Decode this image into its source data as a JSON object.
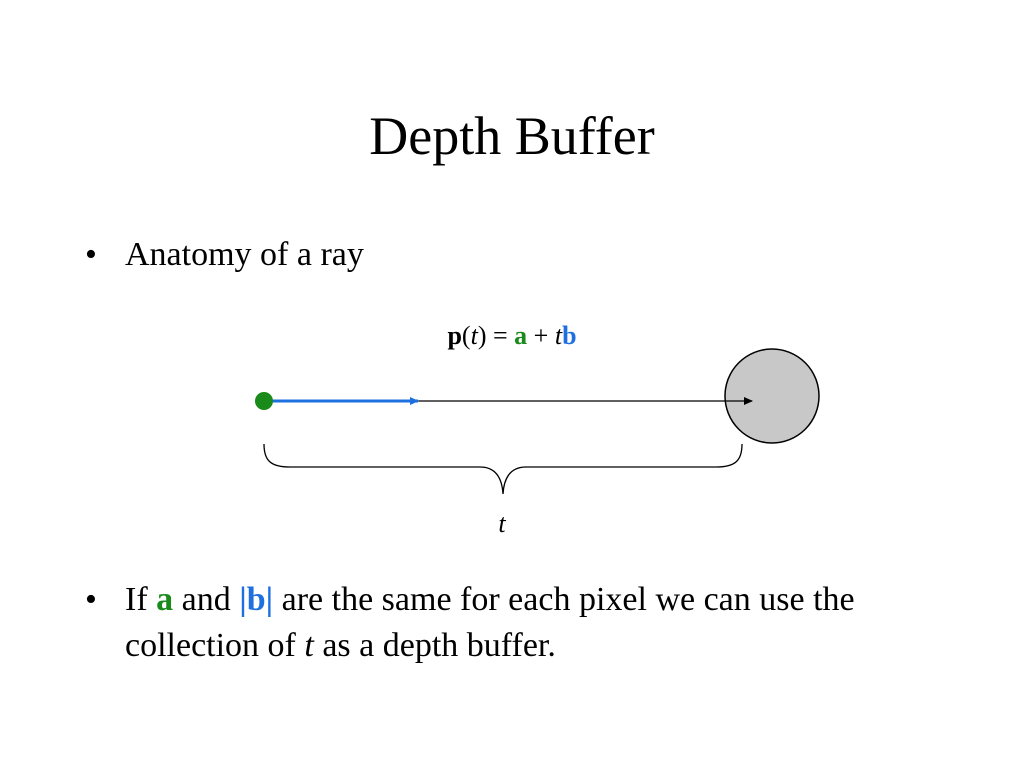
{
  "slide": {
    "title": "Depth Buffer",
    "bullets": [
      {
        "marker": "•",
        "text": "Anatomy of a ray"
      }
    ],
    "equation": {
      "p": "p",
      "open_paren": "(",
      "t": "t",
      "close_eq": ") = ",
      "a": "a",
      "plus": " + ",
      "t2": "t",
      "b": "b"
    },
    "brace_label": "t",
    "bullet2": {
      "marker": "•",
      "if": "If ",
      "a": "a",
      "and": " and ",
      "b_abs": "|b|",
      "rest1": " are the same for each pixel we can use the collection of ",
      "t": "t",
      "rest2": " as a depth buffer."
    }
  },
  "colors": {
    "origin_dot": "#1a8a1a",
    "direction_vector": "#1e6fe0",
    "sphere_fill": "#c8c8c8",
    "ray_line": "#000000"
  }
}
